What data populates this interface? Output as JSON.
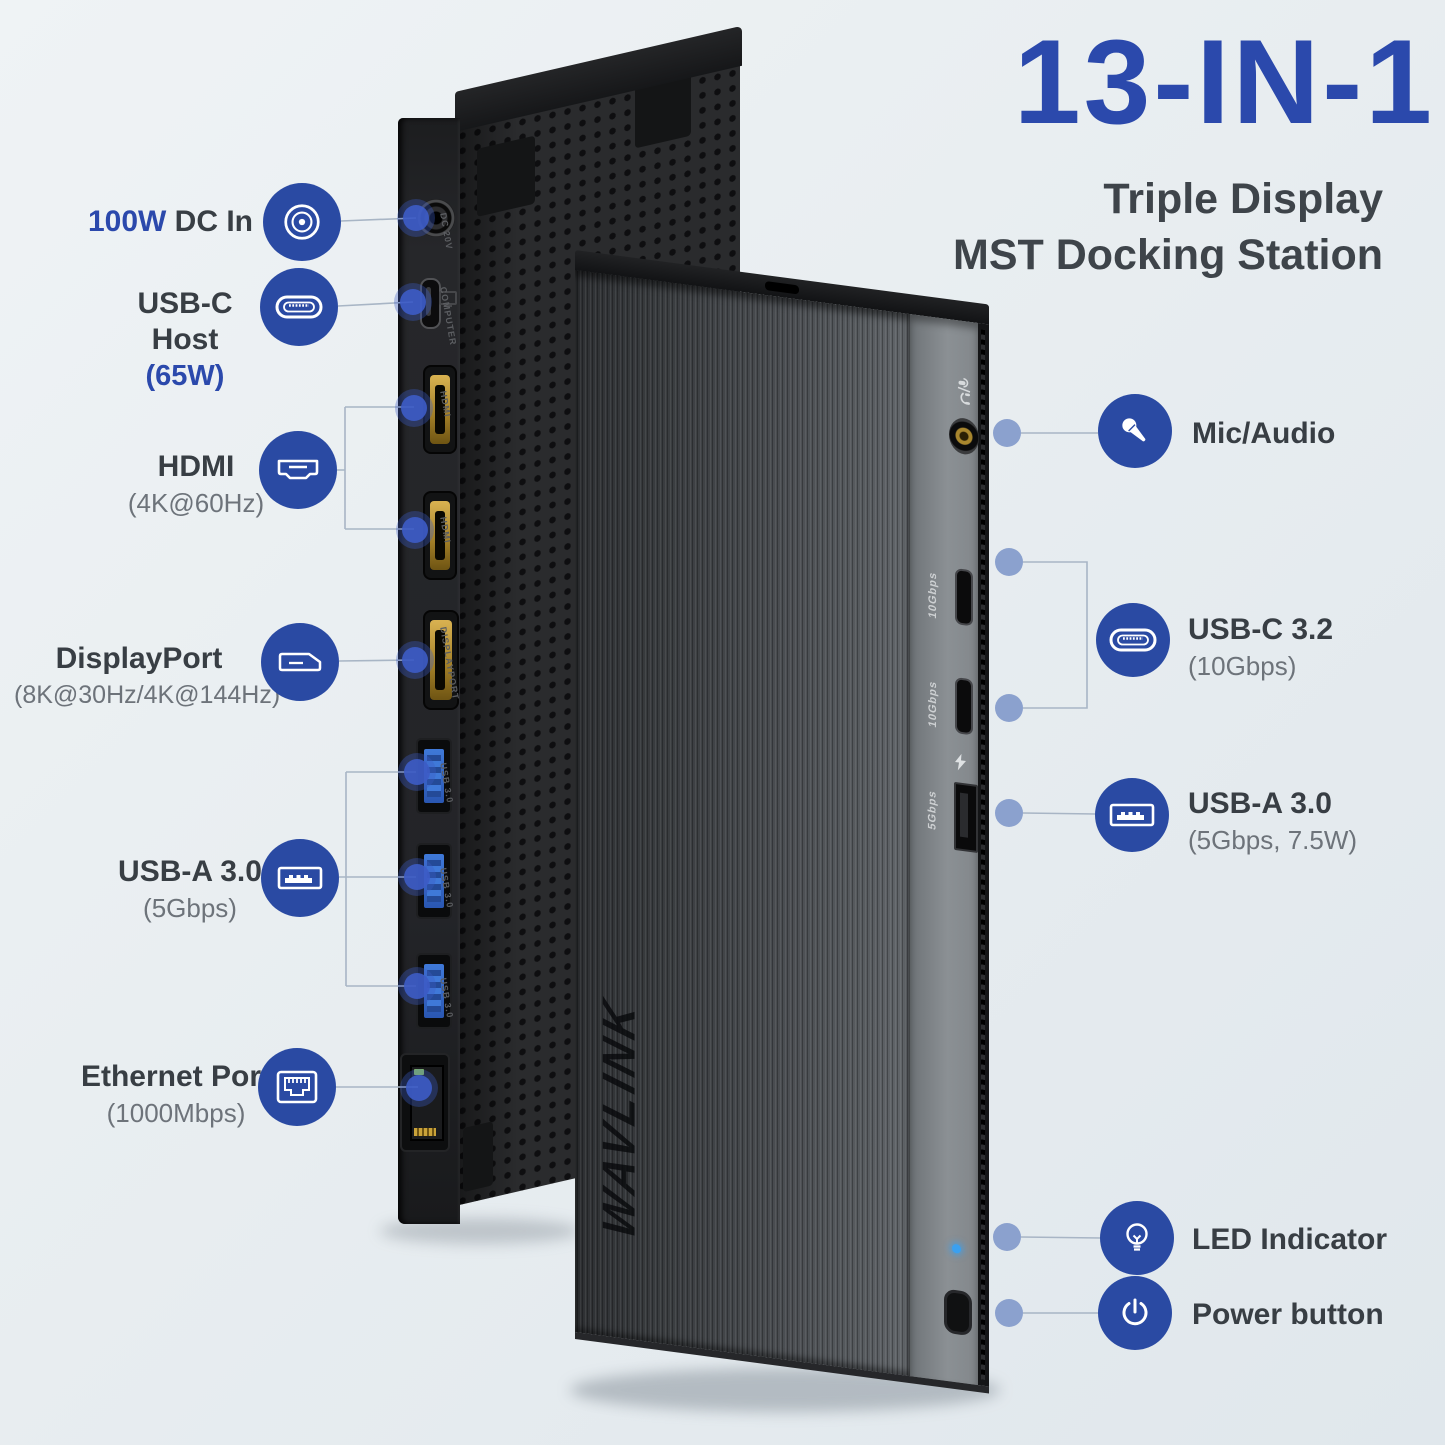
{
  "title": {
    "headline": "13-IN-1",
    "subtitle_line1": "Triple Display",
    "subtitle_line2": "MST Docking Station"
  },
  "colors": {
    "accent_blue": "#2b49ac",
    "icon_circle_blue": "#2a4aa3",
    "label_dark": "#383e44",
    "label_gray": "#6d737a",
    "background": "#e9eef1",
    "connector_line": "#a8b5c5",
    "port_glow_dot": "#3d5cc6",
    "callout_dot": "#8ba1ce",
    "led_blue": "#3aa0f0"
  },
  "left_callouts": {
    "dc_in": {
      "label_blue": "100W",
      "label_dark": " DC In",
      "icon": "dc-barrel-icon"
    },
    "usbc_host": {
      "label": "USB-C Host",
      "sublabel": "(65W)",
      "icon": "usb-c-icon"
    },
    "hdmi": {
      "label": "HDMI",
      "sublabel": "(4K@60Hz)",
      "icon": "hdmi-icon"
    },
    "displayport": {
      "label": "DisplayPort",
      "sublabel": "(8K@30Hz/4K@144Hz)",
      "icon": "displayport-icon"
    },
    "usb_a": {
      "label": "USB-A 3.0",
      "sublabel": "(5Gbps)",
      "icon": "usb-a-icon"
    },
    "ethernet": {
      "label": "Ethernet Port",
      "sublabel": "(1000Mbps)",
      "icon": "ethernet-icon"
    }
  },
  "right_callouts": {
    "mic_audio": {
      "label": "Mic/Audio",
      "icon": "microphone-icon"
    },
    "usbc_32": {
      "label": "USB-C 3.2",
      "sublabel": "(10Gbps)",
      "icon": "usb-c-icon"
    },
    "usb_a": {
      "label": "USB-A 3.0",
      "sublabel": "(5Gbps, 7.5W)",
      "icon": "usb-a-icon"
    },
    "led": {
      "label": "LED Indicator",
      "icon": "led-bulb-icon"
    },
    "power": {
      "label": "Power button",
      "icon": "power-icon"
    }
  },
  "devices": {
    "rear_dock": {
      "port_labels": [
        "DC 20V",
        "COMPUTER",
        "HDMI",
        "HDMI",
        "DISPLAYPORT",
        "USB 3.0",
        "USB 3.0",
        "USB 3.0"
      ]
    },
    "front_dock": {
      "brand": "WAVLINK",
      "port_labels": [
        "10Gbps",
        "10Gbps",
        "5Gbps"
      ]
    }
  }
}
